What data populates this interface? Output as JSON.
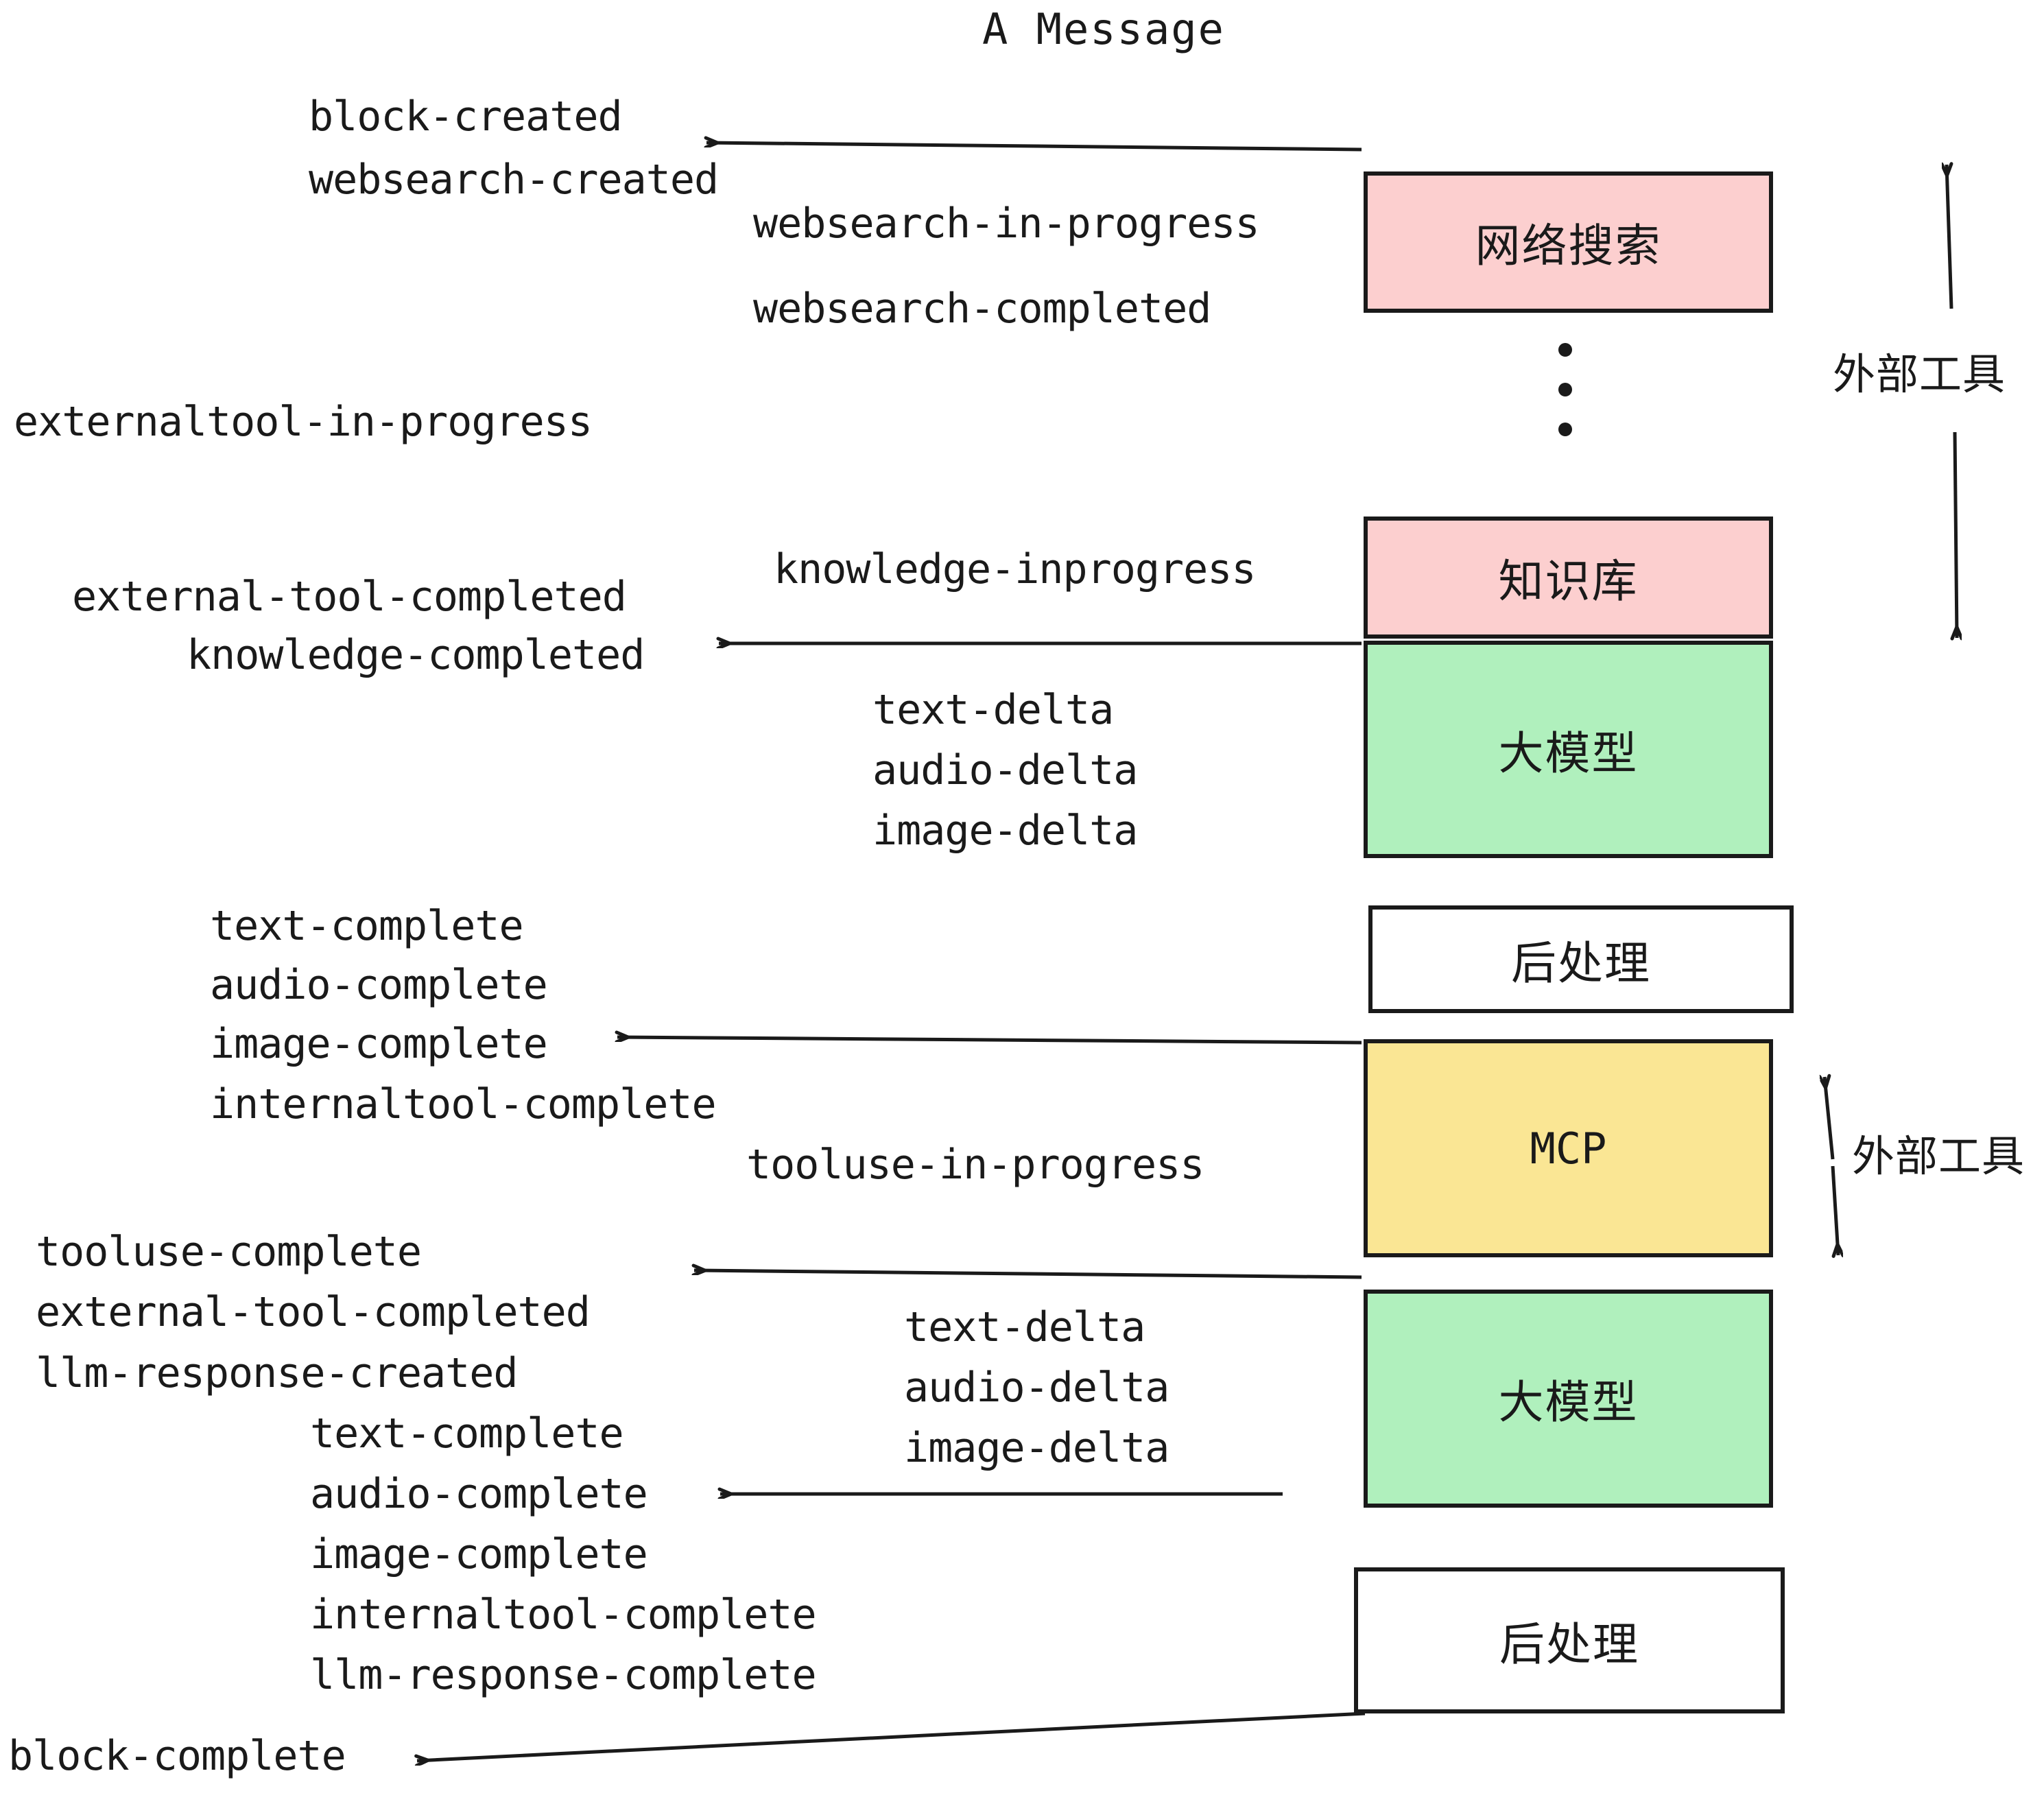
{
  "title": "A Message",
  "colors": {
    "pink": "#fccfcf",
    "green": "#b0f0bd",
    "yellow": "#fae694",
    "white": "#ffffff",
    "stroke": "#1a1a1a"
  },
  "boxes": [
    {
      "label": "网络搜索",
      "fill": "pink",
      "mono": false
    },
    {
      "label": "知识库",
      "fill": "pink",
      "mono": false
    },
    {
      "label": "大模型",
      "fill": "green",
      "mono": false
    },
    {
      "label": "后处理",
      "fill": "white",
      "mono": false
    },
    {
      "label": "MCP",
      "fill": "yellow",
      "mono": true
    },
    {
      "label": "大模型",
      "fill": "green",
      "mono": false
    },
    {
      "label": "后处理",
      "fill": "white",
      "mono": false
    }
  ],
  "side_labels": [
    {
      "text": "外部工具"
    },
    {
      "text": "外部工具"
    }
  ],
  "events": {
    "block_created": "block-created",
    "websearch_created": "websearch-created",
    "websearch_in_progress": "websearch-in-progress",
    "websearch_completed": "websearch-completed",
    "externaltool_in_progress": "externaltool-in-progress",
    "knowledge_inprogress": "knowledge-inprogress",
    "external_tool_completed_1": "external-tool-completed",
    "knowledge_completed": "knowledge-completed",
    "text_delta_1": "text-delta",
    "audio_delta_1": "audio-delta",
    "image_delta_1": "image-delta",
    "text_complete_1": "text-complete",
    "audio_complete_1": "audio-complete",
    "image_complete_1": "image-complete",
    "internaltool_complete_1": "internaltool-complete",
    "tooluse_in_progress": "tooluse-in-progress",
    "tooluse_complete": "tooluse-complete",
    "external_tool_completed_2": "external-tool-completed",
    "llm_response_created": "llm-response-created",
    "text_delta_2": "text-delta",
    "audio_delta_2": "audio-delta",
    "image_delta_2": "image-delta",
    "text_complete_2": "text-complete",
    "audio_complete_2": "audio-complete",
    "image_complete_2": "image-complete",
    "internaltool_complete_2": "internaltool-complete",
    "llm_response_complete": "llm-response-complete",
    "block_complete": "block-complete"
  }
}
